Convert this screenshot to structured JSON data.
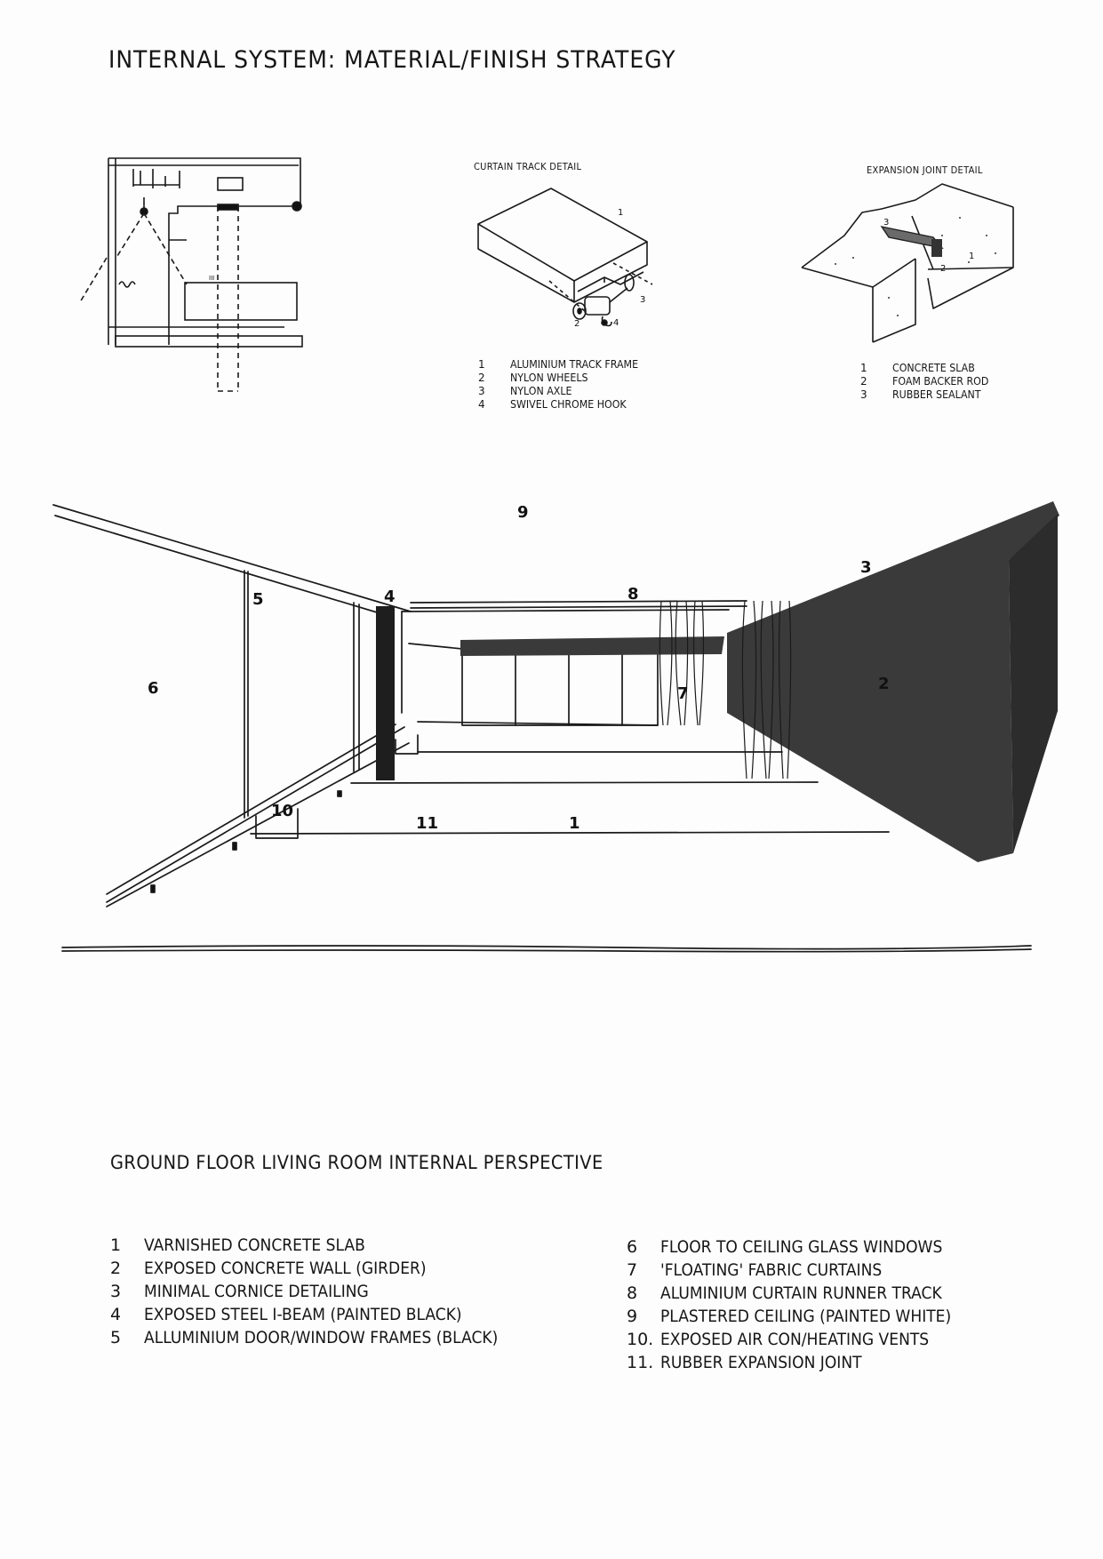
{
  "title": "INTERNAL SYSTEM: MATERIAL/FINISH STRATEGY",
  "curtain_detail": {
    "title": "CURTAIN TRACK DETAIL",
    "labels": [
      "1",
      "2",
      "3",
      "4"
    ],
    "legend": [
      {
        "num": "1",
        "text": "ALUMINIUM TRACK FRAME"
      },
      {
        "num": "2",
        "text": "NYLON WHEELS"
      },
      {
        "num": "3",
        "text": "NYLON AXLE"
      },
      {
        "num": "4",
        "text": "SWIVEL CHROME HOOK"
      }
    ]
  },
  "expansion_detail": {
    "title": "EXPANSION JOINT DETAIL",
    "labels": [
      "1",
      "2",
      "3"
    ],
    "legend": [
      {
        "num": "1",
        "text": "CONCRETE SLAB"
      },
      {
        "num": "2",
        "text": "FOAM BACKER ROD"
      },
      {
        "num": "3",
        "text": "RUBBER SEALANT"
      }
    ]
  },
  "perspective": {
    "callouts": [
      "1",
      "2",
      "3",
      "4",
      "5",
      "6",
      "7",
      "8",
      "9",
      "10",
      "11"
    ]
  },
  "caption": "GROUND FLOOR LIVING ROOM INTERNAL PERSPECTIVE",
  "legend_left": [
    {
      "num": "1",
      "text": "VARNISHED CONCRETE SLAB"
    },
    {
      "num": "2",
      "text": "EXPOSED CONCRETE WALL (GIRDER)"
    },
    {
      "num": "3",
      "text": "MINIMAL CORNICE DETAILING"
    },
    {
      "num": "4",
      "text": "EXPOSED STEEL I-BEAM (PAINTED BLACK)"
    },
    {
      "num": "5",
      "text": "ALLUMINIUM DOOR/WINDOW FRAMES (BLACK)"
    }
  ],
  "legend_right": [
    {
      "num": "6",
      "text": "FLOOR TO CEILING GLASS WINDOWS"
    },
    {
      "num": "7",
      "text": "'FLOATING' FABRIC CURTAINS"
    },
    {
      "num": "8",
      "text": "ALUMINIUM CURTAIN RUNNER TRACK"
    },
    {
      "num": "9",
      "text": "PLASTERED CEILING (PAINTED WHITE)"
    },
    {
      "num": "10.",
      "text": "EXPOSED AIR CON/HEATING VENTS"
    },
    {
      "num": "11.",
      "text": "RUBBER EXPANSION JOINT"
    }
  ],
  "colors": {
    "ink": "#161616",
    "wall_wash": "#3a3a3a",
    "paper": "#fdfdfd"
  }
}
